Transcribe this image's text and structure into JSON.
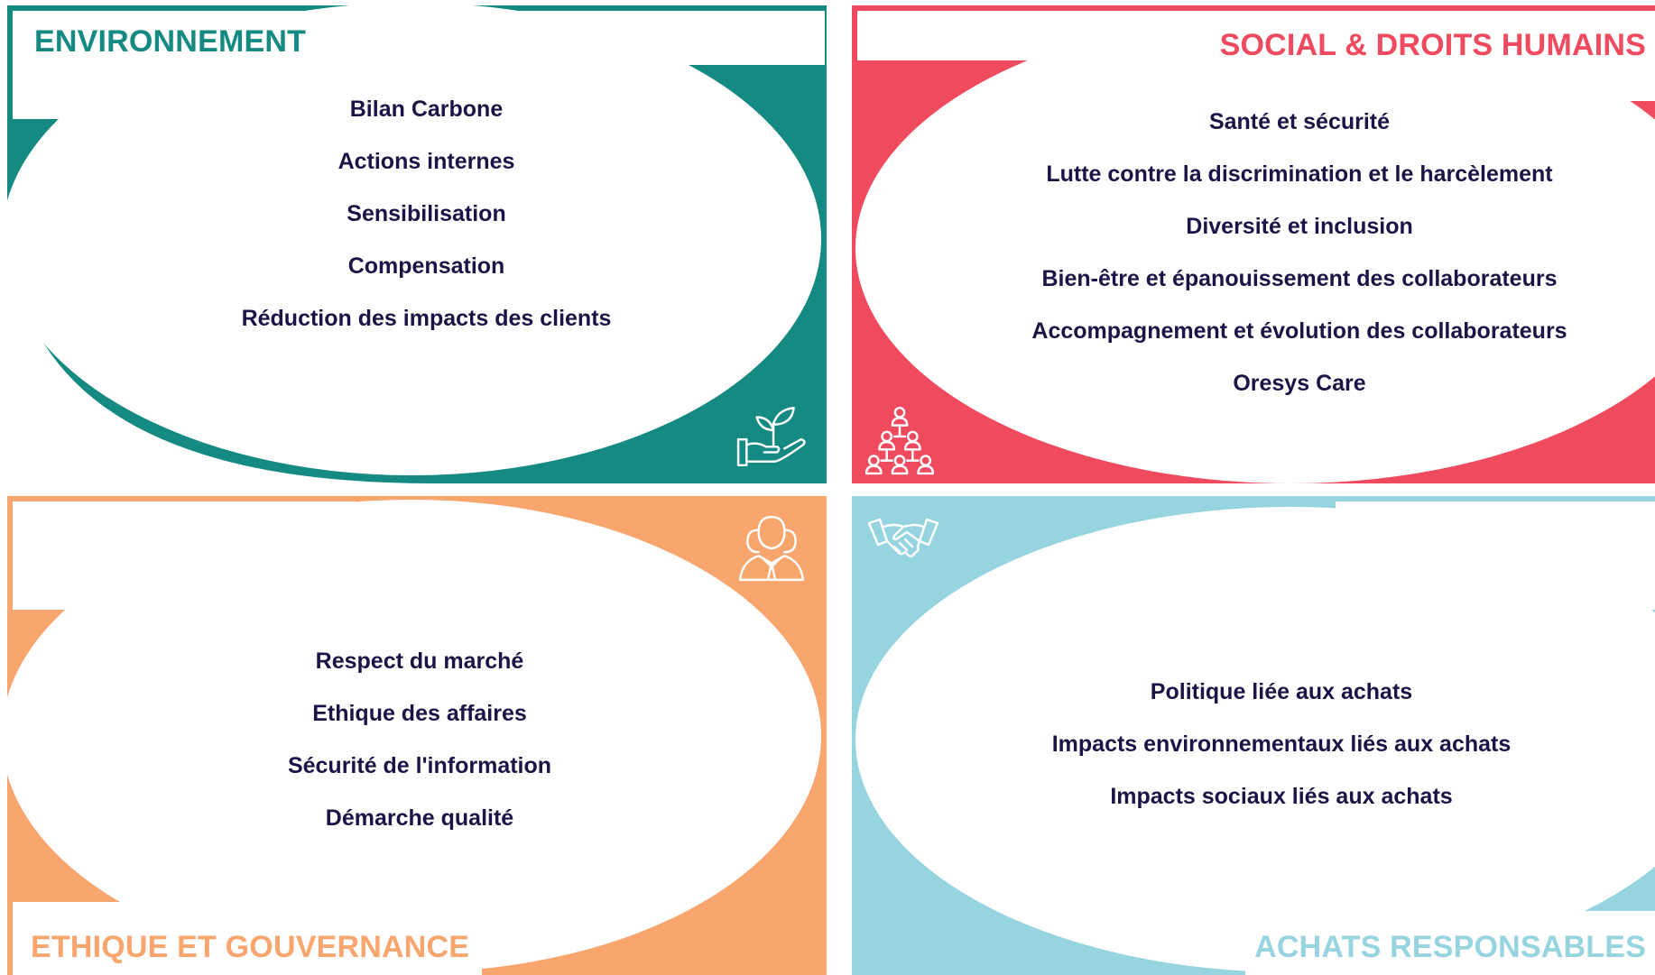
{
  "colors": {
    "environnement": "#148a82",
    "social": "#f04a5f",
    "ethique": "#f8a56e",
    "achats": "#96d5e0",
    "text": "#1c1446"
  },
  "quadrants": {
    "environnement": {
      "title": "ENVIRONNEMENT",
      "icon": "hand-plant-icon",
      "items": [
        "Bilan Carbone",
        "Actions internes",
        "Sensibilisation",
        "Compensation",
        "Réduction des impacts des clients"
      ]
    },
    "social": {
      "title": "SOCIAL & DROITS HUMAINS",
      "icon": "people-network-icon",
      "items": [
        "Santé et sécurité",
        "Lutte contre la discrimination et le harcèlement",
        "Diversité et inclusion",
        "Bien-être et épanouissement des collaborateurs",
        "Accompagnement et évolution des collaborateurs",
        "Oresys Care"
      ]
    },
    "ethique": {
      "title": "ETHIQUE ET GOUVERNANCE",
      "icon": "business-group-icon",
      "items": [
        "Respect du marché",
        "Ethique des affaires",
        "Sécurité de l'information",
        "Démarche qualité"
      ]
    },
    "achats": {
      "title": "ACHATS RESPONSABLES",
      "icon": "handshake-icon",
      "items": [
        "Politique liée aux achats",
        "Impacts environnementaux liés aux achats",
        "Impacts sociaux liés aux achats"
      ]
    }
  }
}
